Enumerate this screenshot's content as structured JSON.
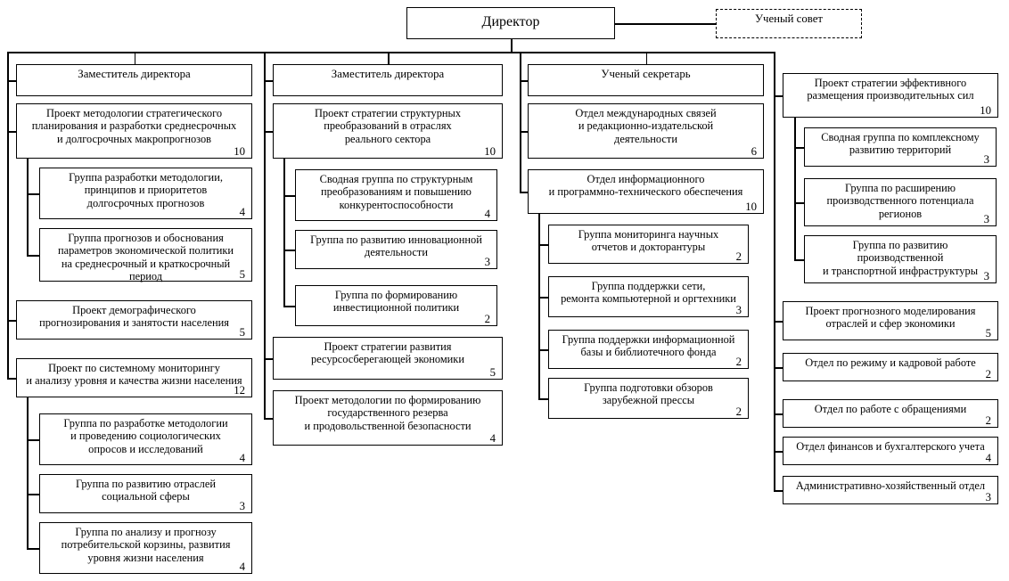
{
  "title": "Организационная структура",
  "root": {
    "label": "Директор"
  },
  "advisory": {
    "label": "Ученый совет"
  },
  "columns": [
    {
      "head": {
        "label": "Заместитель директора"
      },
      "nodes": [
        {
          "label": "Проект методологии стратегического\nпланирования и разработки среднесрочных\nи долгосрочных макропрогнозов",
          "count": "10",
          "children": [
            {
              "label": "Группа разработки методологии,\nпринципов и приоритетов\nдолгосрочных прогнозов",
              "count": "4"
            },
            {
              "label": "Группа прогнозов и обоснования\nпараметров экономической политики\nна среднесрочный и краткосрочный период",
              "count": "5"
            }
          ]
        },
        {
          "label": "Проект демографического\nпрогнозирования и занятости населения",
          "count": "5",
          "children": []
        },
        {
          "label": "Проект по системному мониторингу\nи анализу уровня и качества жизни населения",
          "count": "12",
          "children": [
            {
              "label": "Группа по разработке методологии\nи проведению социологических\nопросов и исследований",
              "count": "4"
            },
            {
              "label": "Группа по развитию отраслей\nсоциальной сферы",
              "count": "3"
            },
            {
              "label": "Группа по анализу и прогнозу\nпотребительской корзины, развития\nуровня жизни населения",
              "count": "4"
            }
          ]
        }
      ]
    },
    {
      "head": {
        "label": "Заместитель директора"
      },
      "nodes": [
        {
          "label": "Проект стратегии структурных\nпреобразований в отраслях\nреального сектора",
          "count": "10",
          "children": [
            {
              "label": "Сводная группа по структурным\nпреобразованиям и повышению\nконкурентоспособности",
              "count": "4"
            },
            {
              "label": "Группа по развитию инновационной\nдеятельности",
              "count": "3"
            },
            {
              "label": "Группа по формированию\nинвестиционной политики",
              "count": "2"
            }
          ]
        },
        {
          "label": "Проект стратегии развития\nресурсосберегающей экономики",
          "count": "5",
          "children": []
        },
        {
          "label": "Проект методологии по формированию\nгосударственного резерва\nи продовольственной безопасности",
          "count": "4",
          "children": []
        }
      ]
    },
    {
      "head": {
        "label": "Ученый секретарь"
      },
      "nodes": [
        {
          "label": "Отдел международных связей\nи редакционно-издательской\nдеятельности",
          "count": "6",
          "children": []
        },
        {
          "label": "Отдел информационного\nи программно-технического обеспечения",
          "count": "10",
          "children": [
            {
              "label": "Группа мониторинга научных\nотчетов и докторантуры",
              "count": "2"
            },
            {
              "label": "Группа поддержки сети,\nремонта компьютерной и оргтехники",
              "count": "3"
            },
            {
              "label": "Группа поддержки информационной\nбазы и библиотечного фонда",
              "count": "2"
            },
            {
              "label": "Группа подготовки обзоров\nзарубежной прессы",
              "count": "2"
            }
          ]
        }
      ]
    },
    {
      "head": null,
      "nodes": [
        {
          "label": "Проект стратегии эффективного\nразмещения производительных сил",
          "count": "10",
          "children": [
            {
              "label": "Сводная группа по комплексному\nразвитию территорий",
              "count": "3"
            },
            {
              "label": "Группа по расширению\nпроизводственного потенциала\nрегионов",
              "count": "3"
            },
            {
              "label": "Группа по развитию\nпроизводственной\nи транспортной инфраструктуры",
              "count": "3"
            }
          ]
        },
        {
          "label": "Проект прогнозного моделирования\nотраслей и сфер экономики",
          "count": "5",
          "children": []
        },
        {
          "label": "Отдел по режиму и кадровой работе",
          "count": "2",
          "children": []
        },
        {
          "label": "Отдел по работе с обращениями",
          "count": "2",
          "children": []
        },
        {
          "label": "Отдел финансов и бухгалтерского учета",
          "count": "4",
          "children": []
        },
        {
          "label": "Административно-хозяйственный отдел",
          "count": "3",
          "children": []
        }
      ]
    }
  ],
  "colors": {
    "line": "#000000",
    "box_fill": "#ffffff",
    "text": "#000000"
  }
}
